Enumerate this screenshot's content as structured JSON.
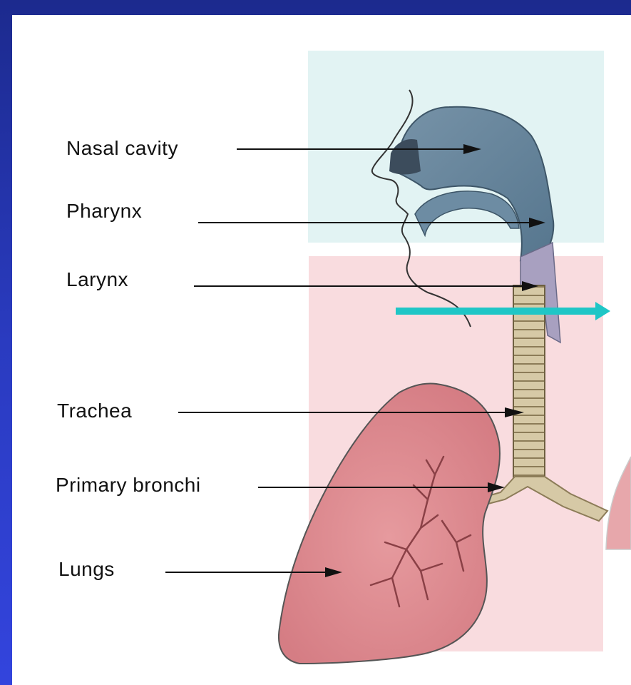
{
  "labels": {
    "nasal_cavity": "Nasal cavity",
    "pharynx": "Pharynx",
    "larynx": "Larynx",
    "trachea": "Trachea",
    "primary_bronchi": "Primary bronchi",
    "lungs": "Lungs"
  },
  "colors": {
    "background": "#2a3bc0",
    "upper_tract_highlight": "#e2f3f3",
    "lower_tract_highlight": "#f9dcdf",
    "airway": "#5f7f96",
    "lung": "#d9858a",
    "callout_arrow": "#1fc6c6"
  }
}
